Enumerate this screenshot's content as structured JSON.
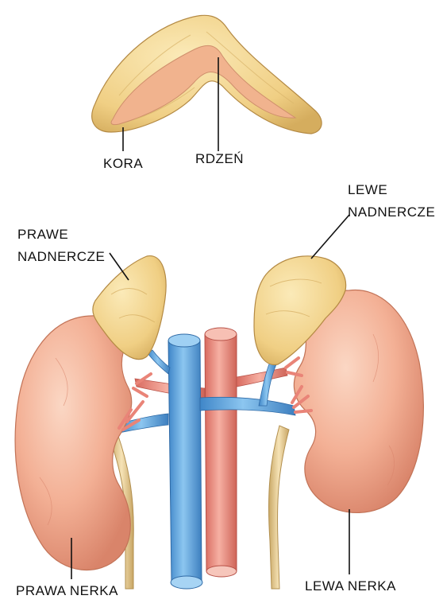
{
  "labels": {
    "cortex": "KORA",
    "medulla": "RDZEŃ",
    "right_adrenal_line1": "PRAWE",
    "right_adrenal_line2": "NADNERCZE",
    "left_adrenal_line1": "LEWE",
    "left_adrenal_line2": "NADNERCZE",
    "right_kidney": "PRAWA NERKA",
    "left_kidney": "LEWA NERKA"
  },
  "colors": {
    "kidney": "#f0a98c",
    "adrenal": "#f3d48c",
    "vein": "#5aa6de",
    "artery": "#e98478",
    "ureter": "#e7cd95"
  }
}
